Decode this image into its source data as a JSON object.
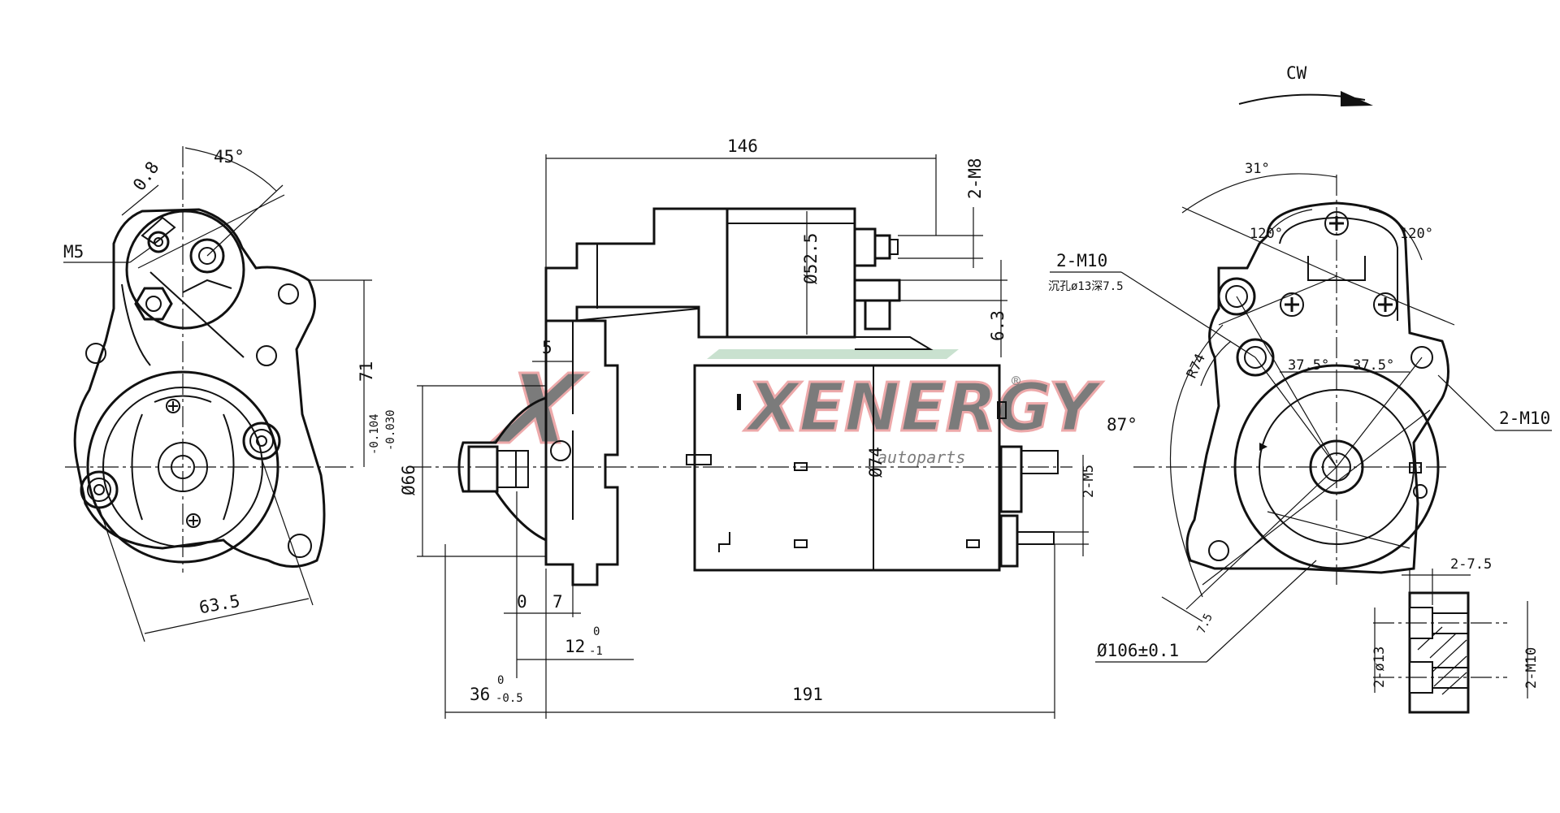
{
  "watermark": {
    "brand": "XENERGY",
    "sub": "autoparts",
    "registered": "®",
    "color_red": "#e06466",
    "color_green": "#5aa36e"
  },
  "rotation": {
    "label": "CW"
  },
  "left_view": {
    "dims": {
      "angle": "45°",
      "chamfer": "0.8",
      "thread": "M5",
      "height": "71",
      "width": "63.5"
    }
  },
  "side_view": {
    "dims": {
      "length_top": "146",
      "bolt_top": "2-M8",
      "solenoid_dia": "Ø52.5",
      "terminal": "6.3",
      "offset_5": "5",
      "pilot_main": "Ø66",
      "pilot_tol_upper": "-0.030",
      "pilot_tol_lower": "-0.104",
      "body_dia": "Ø74",
      "stud": "2-M5",
      "zero": "0",
      "seven": "7",
      "pinion_main": "12",
      "pinion_tol_upper": "0",
      "pinion_tol_lower": "-1",
      "flange_main": "36",
      "flange_tol_upper": "0",
      "flange_tol_lower": "-0.5",
      "overall": "191"
    }
  },
  "right_view": {
    "dims": {
      "angle_31": "31°",
      "angle_120_left": "120°",
      "angle_120_right": "120°",
      "bolt_m10_top": "2-M10",
      "bolt_m10_note": "沉孔ø13深7.5",
      "radius": "R74",
      "angle_375_left": "37.5°",
      "angle_375_right": "37.5°",
      "angle_87": "87°",
      "bolt_m10_right": "2-M10",
      "dim_75": "7.5",
      "bolt_circle": "Ø106±0.1"
    }
  },
  "section_view": {
    "dims": {
      "depth": "2-7.5",
      "counterbore": "2-ø13",
      "thread": "2-M10"
    }
  }
}
